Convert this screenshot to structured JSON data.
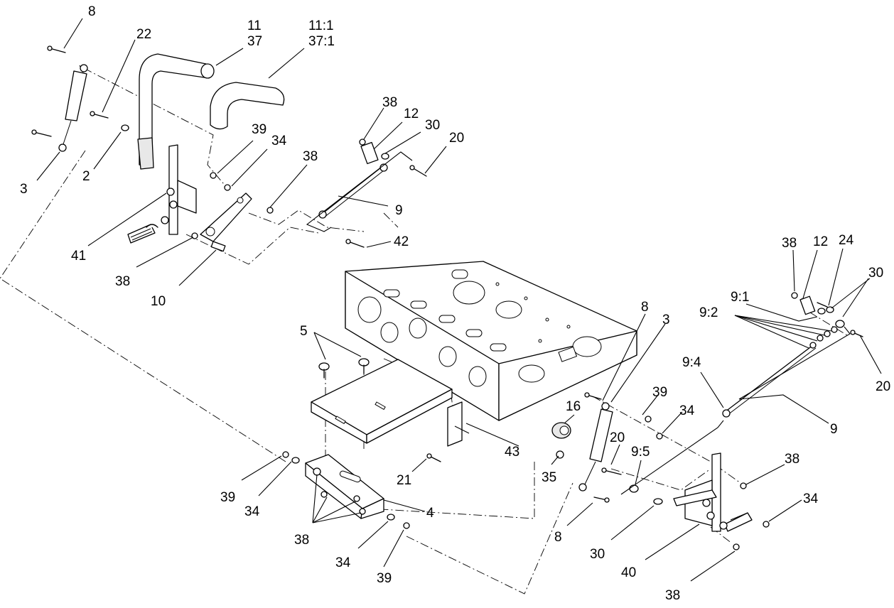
{
  "callouts": {
    "c8_top": "8",
    "c22": "22",
    "c11_top": "11",
    "c37_top": "37",
    "c11_1": "11:1",
    "c37_1": "37:1",
    "c3_left": "3",
    "c2": "2",
    "c39_a": "39",
    "c34_a": "34",
    "c38_a": "38",
    "c41": "41",
    "c38_b": "38",
    "c10": "10",
    "c38_c": "38",
    "c12_a": "12",
    "c30_a": "30",
    "c20_a": "20",
    "c9_a": "9",
    "c42": "42",
    "c38_d": "38",
    "c12_b": "12",
    "c24": "24",
    "c30_b": "30",
    "c9_1": "9:1",
    "c9_2": "9:2",
    "c20_b": "20",
    "c8_right": "8",
    "c3_right": "3",
    "c5": "5",
    "c9_4": "9:4",
    "c39_b": "39",
    "c34_b": "34",
    "c9_b": "9",
    "c16": "16",
    "c43": "43",
    "c35": "35",
    "c21": "21",
    "c20_c": "20",
    "c9_5": "9:5",
    "c38_e": "38",
    "c34_c": "34",
    "c39_c": "39",
    "c34_d": "34",
    "c4": "4",
    "c38_f": "38",
    "c34_e": "34",
    "c39_d": "39",
    "c8_bottom": "8",
    "c30_c": "30",
    "c40": "40",
    "c38_g": "38"
  }
}
